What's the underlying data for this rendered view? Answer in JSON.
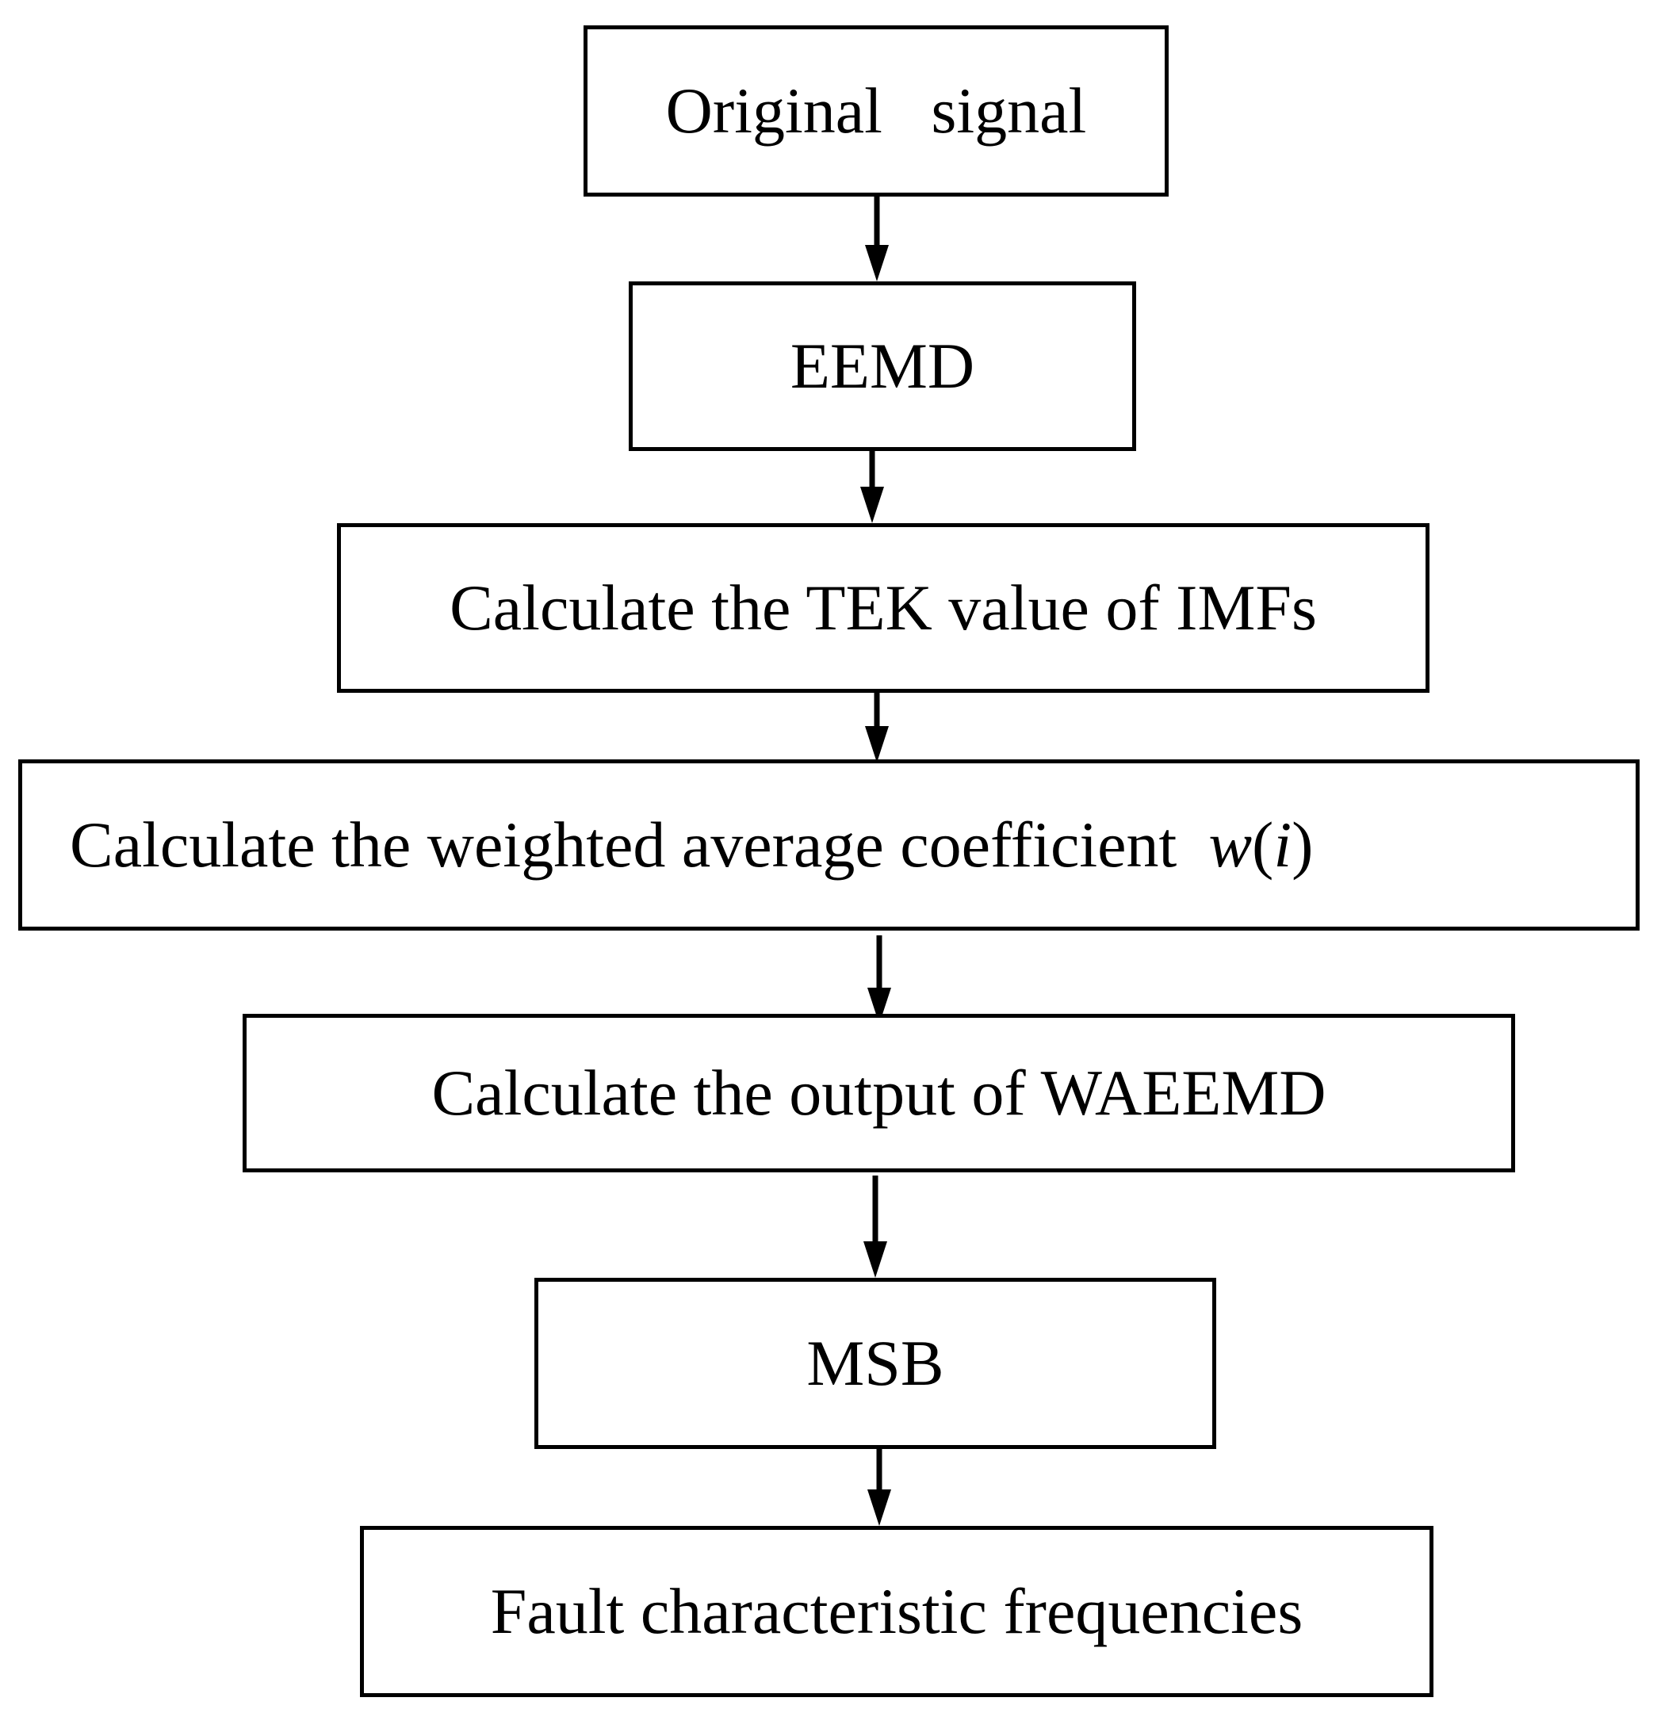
{
  "flowchart": {
    "steps": [
      {
        "id": "original-signal",
        "label": "Original   signal"
      },
      {
        "id": "eemd",
        "label": "EEMD"
      },
      {
        "id": "tek",
        "label": "Calculate the TEK value of IMFs"
      },
      {
        "id": "weighted",
        "label": "Calculate the weighted average coefficient",
        "math": {
          "func": "w",
          "arg": "i"
        }
      },
      {
        "id": "waeemd",
        "label": "Calculate the output of WAEEMD"
      },
      {
        "id": "msb",
        "label": "MSB"
      },
      {
        "id": "fault",
        "label": "Fault characteristic frequencies"
      }
    ],
    "colors": {
      "stroke": "#000000",
      "background": "#ffffff"
    }
  }
}
